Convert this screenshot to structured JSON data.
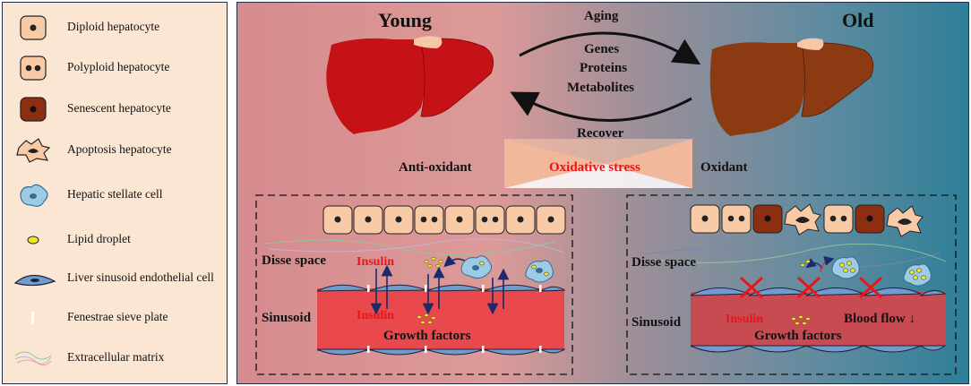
{
  "legend": [
    {
      "icon": "diploid-hepatocyte-icon",
      "label": "Diploid hepatocyte"
    },
    {
      "icon": "polyploid-hepatocyte-icon",
      "label": "Polyploid hepatocyte"
    },
    {
      "icon": "senescent-hepatocyte-icon",
      "label": "Senescent hepatocyte"
    },
    {
      "icon": "apoptosis-hepatocyte-icon",
      "label": "Apoptosis hepatocyte"
    },
    {
      "icon": "hepatic-stellate-cell-icon",
      "label": "Hepatic stellate cell"
    },
    {
      "icon": "lipid-droplet-icon",
      "label": "Lipid droplet"
    },
    {
      "icon": "endothelial-cell-icon",
      "label": "Liver sinusoid endothelial cell"
    },
    {
      "icon": "fenestrae-icon",
      "label": "Fenestrae sieve plate"
    },
    {
      "icon": "extracellular-matrix-icon",
      "label": "Extracellular matrix"
    }
  ],
  "top": {
    "young": "Young",
    "old": "Old",
    "aging": "Aging",
    "genes": "Genes",
    "proteins": "Proteins",
    "metabolites": "Metabolites",
    "recover": "Recover",
    "anti_oxidant": "Anti-oxidant",
    "oxidant": "Oxidant",
    "oxidative_stress": "Oxidative stress"
  },
  "young_panel": {
    "disse": "Disse space",
    "sinusoid": "Sinusoid",
    "insulin_top": "Insulin",
    "insulin_bottom": "Insulin",
    "growth": "Growth factors"
  },
  "old_panel": {
    "disse": "Disse space",
    "sinusoid": "Sinusoid",
    "insulin": "Insulin",
    "growth": "Growth factors",
    "blood_flow": "Blood flow ↓"
  },
  "colors": {
    "hepatocyte": "#f8cba6",
    "senescent": "#8b2f10",
    "young_liver": "#c51217",
    "old_liver": "#8b3a12",
    "gallbladder": "#f6c8a6",
    "stellate": "#9ccbe6",
    "lipid": "#f2e42a",
    "endothelial": "#6f9bd1",
    "sinusoid": "#e9494c",
    "highlight_text": "#e8151b"
  }
}
